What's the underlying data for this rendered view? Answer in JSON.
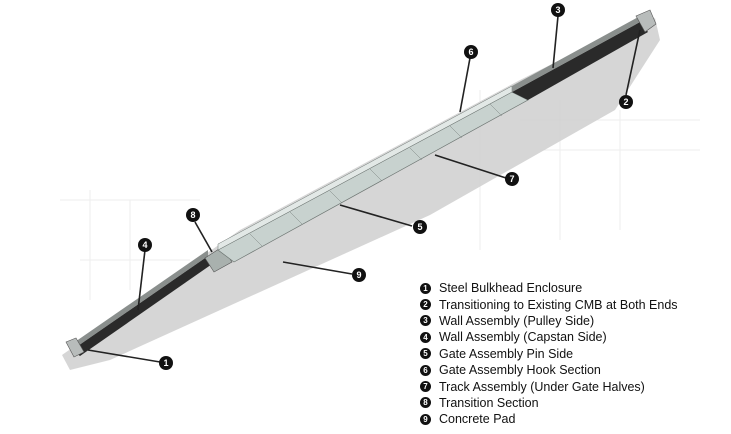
{
  "legend": [
    {
      "num": "1",
      "label": "Steel Bulkhead Enclosure"
    },
    {
      "num": "2",
      "label": "Transitioning to Existing CMB at Both Ends"
    },
    {
      "num": "3",
      "label": "Wall Assembly (Pulley Side)"
    },
    {
      "num": "4",
      "label": "Wall Assembly (Capstan Side)"
    },
    {
      "num": "5",
      "label": "Gate Assembly Pin Side"
    },
    {
      "num": "6",
      "label": "Gate Assembly Hook Section"
    },
    {
      "num": "7",
      "label": "Track Assembly (Under Gate Halves)"
    },
    {
      "num": "8",
      "label": "Transition Section"
    },
    {
      "num": "9",
      "label": "Concrete Pad"
    }
  ],
  "callouts": [
    "1",
    "2",
    "3",
    "4",
    "5",
    "6",
    "7",
    "8",
    "9"
  ],
  "colors": {
    "wall": "#2a2a2a",
    "gate": "#c8d2cf",
    "pad": "#cfcfcf",
    "badge": "#111111"
  }
}
